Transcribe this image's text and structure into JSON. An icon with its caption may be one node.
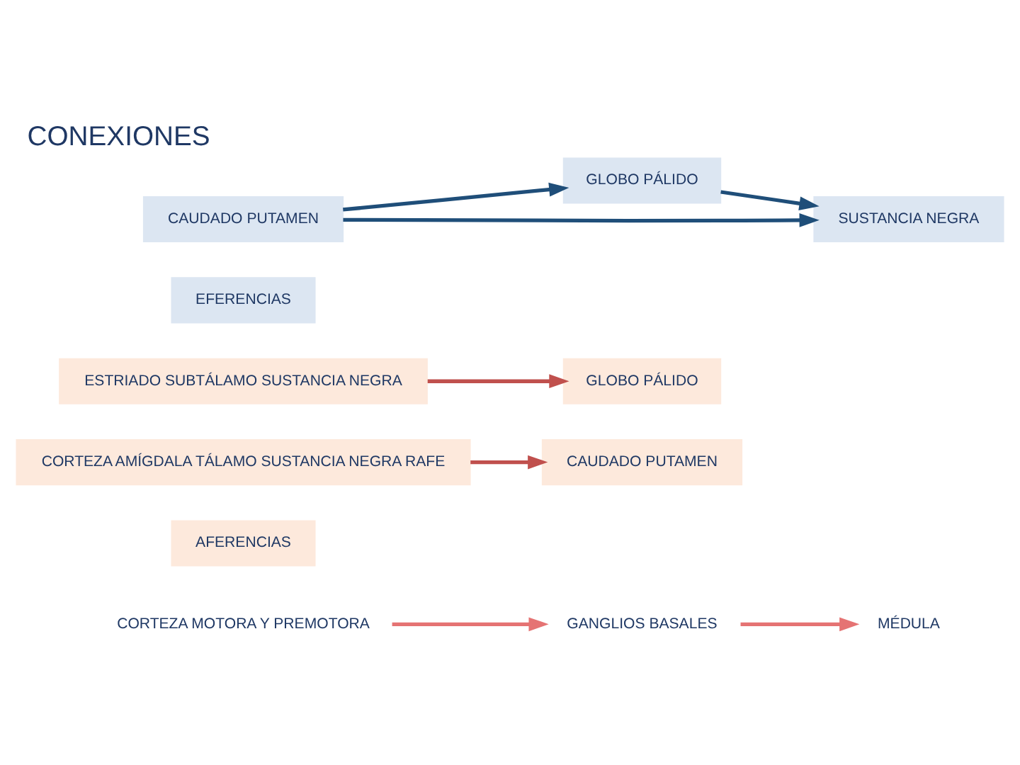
{
  "diagram": {
    "title": "CONEXIONES",
    "nodes": [
      {
        "text": [
          "CORTEZA MOTORA Y PREMOTORA"
        ]
      },
      {
        "text": [
          "GANGLIOS BASALES"
        ]
      },
      {
        "text": [
          "MÉDULA"
        ]
      },
      {
        "text": [
          "AFERENCIAS"
        ]
      },
      {
        "text": [
          "CORTEZA AMÍGDALA TÁLAMO SUSTANCIA NEGRA RAFE"
        ]
      },
      {
        "text": [
          "CAUDADO PUTAMEN"
        ]
      },
      {
        "text": [
          "ESTRIADO SUBTÁLAMO SUSTANCIA NEGRA"
        ]
      },
      {
        "text": [
          "GLOBO PÁLIDO"
        ]
      },
      {
        "text": [
          "EFERENCIAS"
        ]
      },
      {
        "text": [
          "CAUDADO PUTAMEN"
        ]
      },
      {
        "text": [
          "GLOBO PÁLIDO"
        ]
      },
      {
        "text": [
          "SUSTANCIA NEGRA"
        ]
      }
    ],
    "edges": [
      {
        "from": 0,
        "to": 1,
        "arrow": "to",
        "color": "#e57373"
      },
      {
        "from": 1,
        "to": 2,
        "arrow": "to",
        "color": "#e57373"
      },
      {
        "from": 4,
        "to": 5,
        "arrow": "to",
        "color": "#c0504d"
      },
      {
        "from": 6,
        "to": 7,
        "arrow": "to",
        "color": "#c0504d"
      },
      {
        "from": 9,
        "to": 10,
        "arrow": "to"
      },
      {
        "from": 9,
        "to": 11,
        "arrow": "to"
      },
      {
        "from": 10,
        "to": 11,
        "arrow": "to"
      }
    ]
  }
}
